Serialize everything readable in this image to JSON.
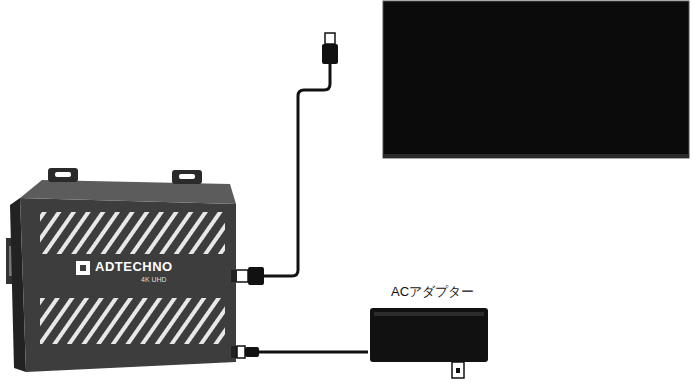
{
  "diagram": {
    "nodes": [
      {
        "text": [
          "ADTECHNO",
          "4K UHD"
        ]
      },
      {
        "text": [
          "ACアダプター"
        ]
      }
    ],
    "edges": [
      {
        "from": 0,
        "to": 1,
        "arrow": "none"
      }
    ]
  }
}
